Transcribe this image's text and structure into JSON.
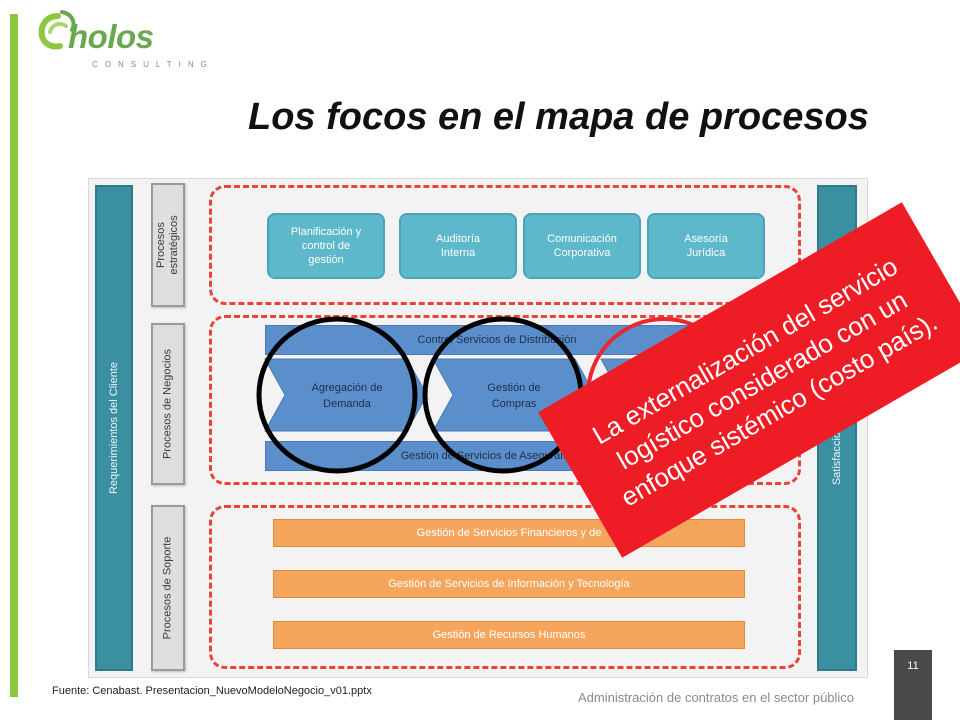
{
  "logo": {
    "word": "holos",
    "sub": "CONSULTING",
    "accent": "#8dc63f"
  },
  "title": "Los focos en el mapa de procesos",
  "diagram": {
    "left_column": "Requerimientos del Cliente",
    "right_column": "Satisfacción del Cliente",
    "categories": {
      "strategic": [
        "Procesos",
        "estratégicos"
      ],
      "business": "Procesos de Negocios",
      "support": "Procesos de Soporte"
    },
    "strategic_boxes": [
      [
        "Planificación y",
        "control de",
        "gestión"
      ],
      [
        "Auditoría",
        "Interna"
      ],
      [
        "Comunicación",
        "Corporativa"
      ],
      [
        "Asesoría",
        "Jurídica"
      ]
    ],
    "business": {
      "top_band": "Control Servicios de Distribución",
      "chevrons": [
        [
          "Agregación de",
          "Demanda"
        ],
        [
          "Gestión de",
          "Compras"
        ]
      ],
      "bottom_band": "Gestión de Servicios de Aseguramiento"
    },
    "support_bars": [
      "Gestión de Servicios Financieros y de",
      "Gestión de Servicios de Información y Tecnología",
      "Gestión de Recursos Humanos"
    ],
    "ellipse_colors": [
      "#000000",
      "#000000",
      "#e8282e"
    ]
  },
  "callout": {
    "lines": [
      "La externalización del servicio",
      "logístico considerado con un",
      "enfoque sistémico (costo país)."
    ],
    "color": "#ee1c24"
  },
  "source": "Fuente: Cenabast. Presentacion_NuevoModeloNegocio_v01.pptx",
  "footer": "Administración de contratos en el sector público",
  "page_number": "11"
}
